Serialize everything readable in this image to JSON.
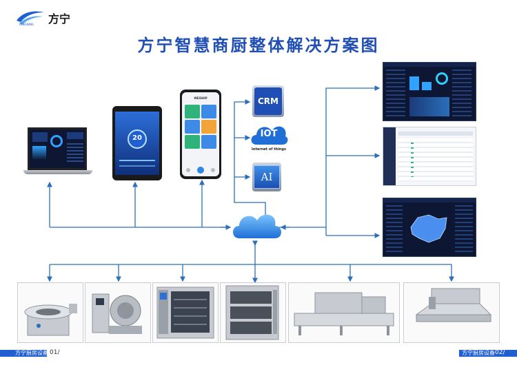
{
  "brand": {
    "name": "方宁",
    "tagline": "FANGNING",
    "color": "#1f5fd1"
  },
  "title": "方宁智慧商厨整体解决方案图",
  "footer": {
    "left_label": "方宁厨房设备",
    "left_page": "01/",
    "right_label": "方宁厨房设备",
    "right_page": "02/"
  },
  "colors": {
    "title": "#1f4fb5",
    "wire": "#2a6fb8",
    "footer": "#1f5fd1",
    "cloud": "#2f86e6"
  },
  "devices": {
    "tablet": {
      "value": "20"
    },
    "phone": {
      "app_name": "WEISHIP"
    }
  },
  "apps": {
    "crm": "CRM",
    "iot": "IOT",
    "iot_caption": "Internet of things",
    "ai": "AI"
  },
  "icons": {
    "logo": "swoosh-logo-icon",
    "cloud": "cloud-icon",
    "laptop": "laptop-icon",
    "tablet": "tablet-icon",
    "phone": "phone-icon",
    "crm": "crm-icon",
    "iot": "iot-icon",
    "ai": "ai-icon"
  },
  "equipment": [
    {
      "icon": "induction-wok-stove-icon"
    },
    {
      "icon": "automatic-stir-fry-machine-icon"
    },
    {
      "icon": "combi-steam-oven-icon"
    },
    {
      "icon": "steam-cabinet-icon"
    },
    {
      "icon": "conveyor-dishwasher-icon"
    },
    {
      "icon": "range-hood-icon"
    }
  ]
}
